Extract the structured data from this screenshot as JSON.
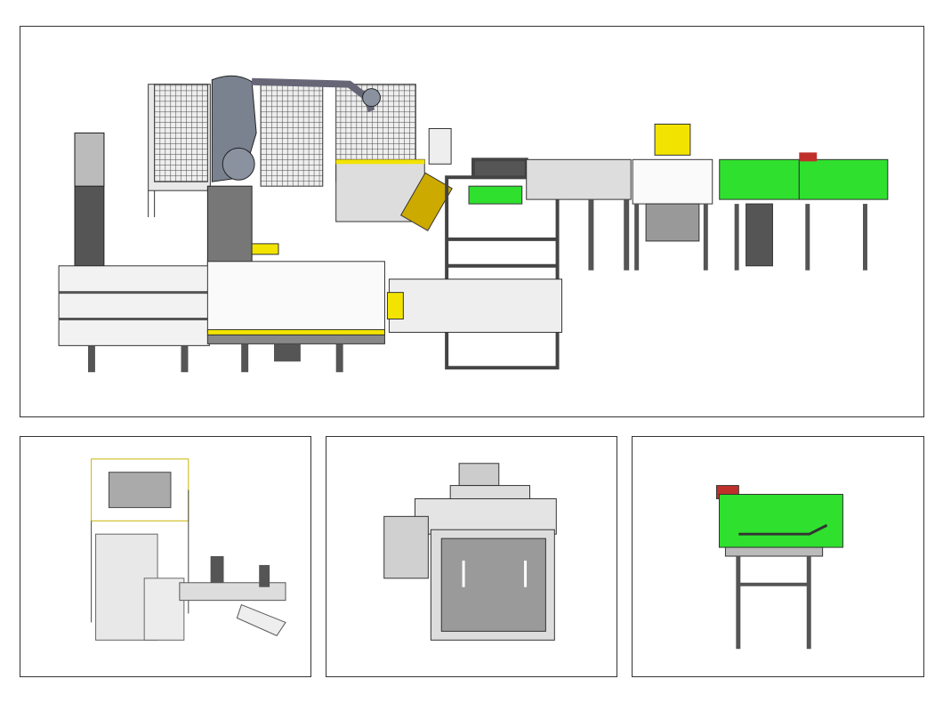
{
  "colors": {
    "frame": "#5a5a5a",
    "frame_light": "#d8d8d8",
    "panel_grey": "#9a9a9a",
    "accent_green": "#2fe02f",
    "accent_yellow": "#f2e400",
    "accent_red": "#c0302a",
    "border": "#333333"
  },
  "views": [
    {
      "id": "main",
      "depicts": "production-line-overview"
    },
    {
      "id": "p1",
      "depicts": "filling-station-isometric"
    },
    {
      "id": "p2",
      "depicts": "hopper-unit-isometric"
    },
    {
      "id": "p3",
      "depicts": "green-conveyor-module"
    }
  ]
}
